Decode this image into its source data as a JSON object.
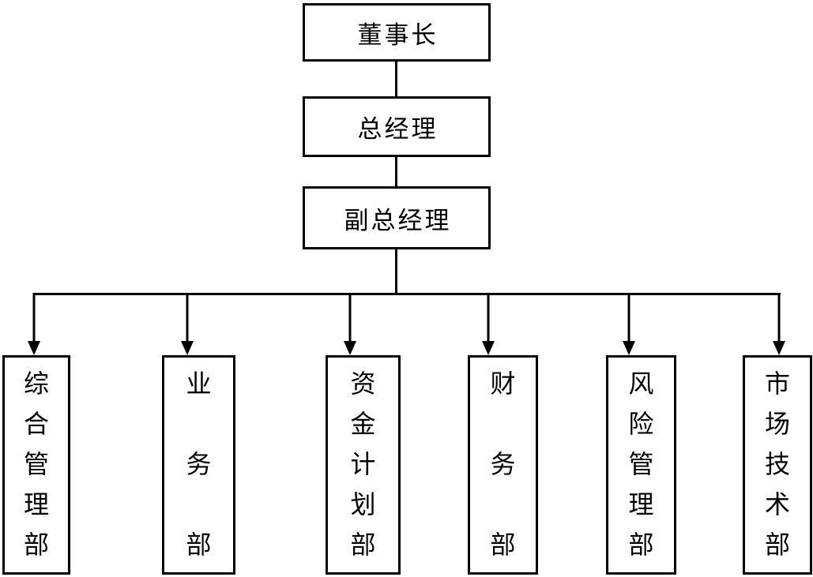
{
  "diagram": {
    "type": "org-chart",
    "levels": [
      {
        "label": "董事长"
      },
      {
        "label": "总经理"
      },
      {
        "label": "副总经理"
      }
    ],
    "departments": [
      {
        "label": "综合管理部"
      },
      {
        "label": "业务部"
      },
      {
        "label": "资金计划部"
      },
      {
        "label": "财务部"
      },
      {
        "label": "风险管理部"
      },
      {
        "label": "市场技术部"
      }
    ],
    "hierarchy": "董事长 > 总经理 > 副总经理 > [综合管理部, 业务部, 资金计划部, 财务部, 风险管理部, 市场技术部]",
    "colors": {
      "line": "#000000",
      "text": "#000000",
      "background": "#ffffff"
    }
  }
}
